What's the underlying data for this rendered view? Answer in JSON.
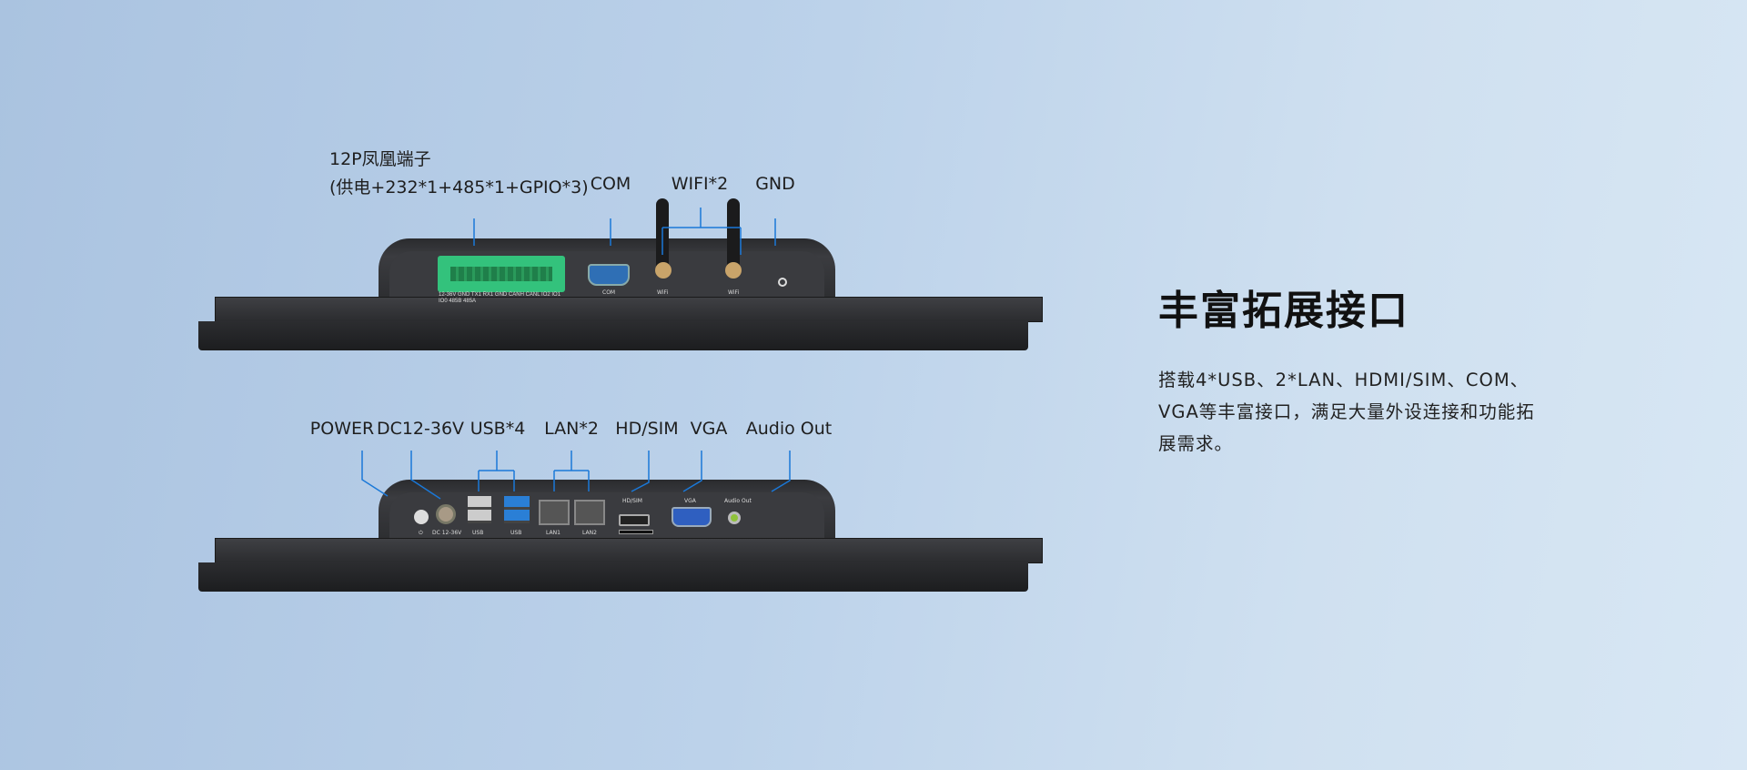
{
  "top_view": {
    "labels": {
      "terminal_line1": "12P凤凰端子",
      "terminal_line2": "(供电+232*1+485*1+GPIO*3)",
      "com": "COM",
      "wifi": "WIFI*2",
      "gnd": "GND"
    },
    "port_marks": {
      "com": "COM",
      "wifi1": "WiFi",
      "wifi2": "WiFi",
      "terminal": "12-36V GND TX1 RX1 GND CANH CANL IO2 IO1 IO0 485B 485A"
    }
  },
  "bottom_view": {
    "labels": {
      "power": "POWER",
      "dc": "DC12-36V",
      "usb": "USB*4",
      "lan": "LAN*2",
      "hdsim": "HD/SIM",
      "vga": "VGA",
      "audio": "Audio Out"
    },
    "port_marks": {
      "power": "⏻",
      "dc": "DC 12-36V",
      "usb1": "USB",
      "usb2": "USB",
      "lan1": "LAN1",
      "lan2": "LAN2",
      "hdsim": "HD/SIM",
      "vga": "VGA",
      "audio": "Audio Out"
    }
  },
  "feature": {
    "title": "丰富拓展接口",
    "description": "搭载4*USB、2*LAN、HDMI/SIM、COM、VGA等丰富接口，满足大量外设连接和功能拓展需求。"
  },
  "colors": {
    "leader_line": "#1a78d8",
    "terminal_green": "#2fc77a",
    "usb3_blue": "#2a7fd6"
  }
}
